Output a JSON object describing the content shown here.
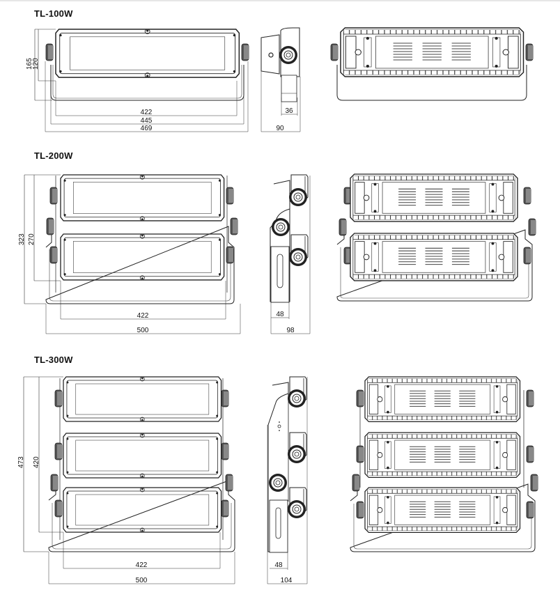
{
  "models": [
    {
      "name": "TL-100W",
      "dims": {
        "led_width": "422",
        "body_width": "445",
        "overall_width": "469",
        "overall_height": "165",
        "body_height": "120",
        "bracket_depth": "36",
        "depth": "90"
      }
    },
    {
      "name": "TL-200W",
      "dims": {
        "led_width": "422",
        "overall_width": "500",
        "overall_height": "323",
        "body_height": "270",
        "bracket_depth": "48",
        "depth": "98"
      }
    },
    {
      "name": "TL-300W",
      "dims": {
        "led_width": "422",
        "overall_width": "500",
        "overall_height": "473",
        "body_height": "420",
        "bracket_depth": "48",
        "depth": "104"
      }
    }
  ],
  "colors": {
    "line": "#222222",
    "background": "#ffffff"
  }
}
